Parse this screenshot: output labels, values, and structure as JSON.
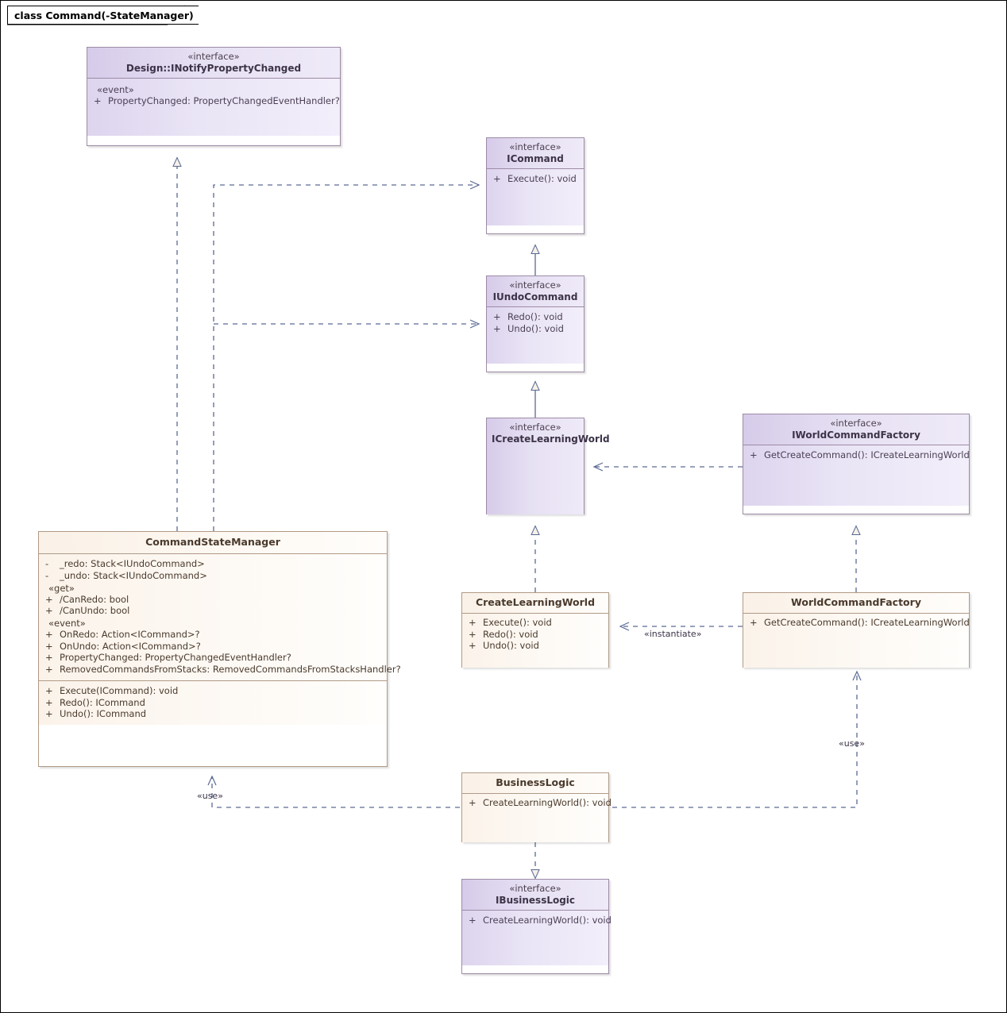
{
  "diagram": {
    "title": "class Command(-StateManager)",
    "kind": "uml-class-diagram",
    "colors": {
      "interface_fill_light": "#efeaf8",
      "interface_fill_dark": "#d6cbe9",
      "interface_border": "#9d8ba6",
      "class_fill_light": "#fffdfb",
      "class_fill_dark": "#faf1e7",
      "class_border": "#b09a86",
      "connector": "#5a6a93",
      "canvas_border": "#000000",
      "canvas_background": "#ffffff"
    }
  },
  "nodes": {
    "inotifypropertychanged": {
      "stereotype": "«interface»",
      "name": "Design::INotifyPropertyChanged",
      "kind": "interface",
      "groups": [
        {
          "label": "«event»",
          "members": [
            {
              "vis": "+",
              "text": "PropertyChanged: PropertyChangedEventHandler?"
            }
          ]
        }
      ]
    },
    "icommand": {
      "stereotype": "«interface»",
      "name": "ICommand",
      "kind": "interface",
      "members": [
        {
          "vis": "+",
          "text": "Execute(): void"
        }
      ]
    },
    "iundocommand": {
      "stereotype": "«interface»",
      "name": "IUndoCommand",
      "kind": "interface",
      "members": [
        {
          "vis": "+",
          "text": "Redo(): void"
        },
        {
          "vis": "+",
          "text": "Undo(): void"
        }
      ]
    },
    "icreatelearningworld": {
      "stereotype": "«interface»",
      "name": "ICreateLearningWorld",
      "kind": "interface",
      "members": []
    },
    "iworldcommandfactory": {
      "stereotype": "«interface»",
      "name": "IWorldCommandFactory",
      "kind": "interface",
      "members": [
        {
          "vis": "+",
          "text": "GetCreateCommand(): ICreateLearningWorld"
        }
      ]
    },
    "commandstatemanager": {
      "stereotype": "",
      "name": "CommandStateManager",
      "kind": "class",
      "attributes": [
        {
          "vis": "-",
          "text": "_redo: Stack<IUndoCommand>"
        },
        {
          "vis": "-",
          "text": "_undo: Stack<IUndoCommand>"
        }
      ],
      "groups": [
        {
          "label": "«get»",
          "members": [
            {
              "vis": "+",
              "text": "/CanRedo: bool"
            },
            {
              "vis": "+",
              "text": "/CanUndo: bool"
            }
          ]
        },
        {
          "label": "«event»",
          "members": [
            {
              "vis": "+",
              "text": "OnRedo: Action<ICommand>?"
            },
            {
              "vis": "+",
              "text": "OnUndo: Action<ICommand>?"
            },
            {
              "vis": "+",
              "text": "PropertyChanged: PropertyChangedEventHandler?"
            },
            {
              "vis": "+",
              "text": "RemovedCommandsFromStacks: RemovedCommandsFromStacksHandler?"
            }
          ]
        }
      ],
      "operations": [
        {
          "vis": "+",
          "text": "Execute(ICommand): void"
        },
        {
          "vis": "+",
          "text": "Redo(): ICommand"
        },
        {
          "vis": "+",
          "text": "Undo(): ICommand"
        }
      ]
    },
    "createlearningworld": {
      "stereotype": "",
      "name": "CreateLearningWorld",
      "kind": "class",
      "members": [
        {
          "vis": "+",
          "text": "Execute(): void"
        },
        {
          "vis": "+",
          "text": "Redo(): void"
        },
        {
          "vis": "+",
          "text": "Undo(): void"
        }
      ]
    },
    "worldcommandfactory": {
      "stereotype": "",
      "name": "WorldCommandFactory",
      "kind": "class",
      "members": [
        {
          "vis": "+",
          "text": "GetCreateCommand(): ICreateLearningWorld"
        }
      ]
    },
    "businesslogic": {
      "stereotype": "",
      "name": "BusinessLogic",
      "kind": "class",
      "members": [
        {
          "vis": "+",
          "text": "CreateLearningWorld(): void"
        }
      ]
    },
    "ibusinesslogic": {
      "stereotype": "«interface»",
      "name": "IBusinessLogic",
      "kind": "interface",
      "members": [
        {
          "vis": "+",
          "text": "CreateLearningWorld(): void"
        }
      ]
    }
  },
  "connectors": {
    "instantiate_label": "«instantiate»",
    "use_left_label": "«use»",
    "use_right_label": "«use»"
  }
}
